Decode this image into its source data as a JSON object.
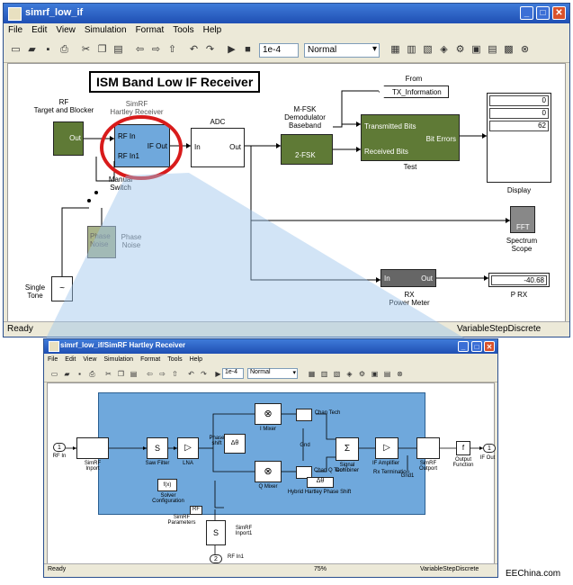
{
  "main": {
    "title": "simrf_low_if",
    "menu": [
      "File",
      "Edit",
      "View",
      "Simulation",
      "Format",
      "Tools",
      "Help"
    ],
    "sim_time": "1e-4",
    "sim_mode": "Normal",
    "banner": "ISM Band Low IF Receiver",
    "blocks": {
      "rf_src": {
        "label": "RF\nTarget and Blocker",
        "port": "Out"
      },
      "simrf": {
        "label": "SimRF\nHartley Receiver",
        "in1": "RF In",
        "in2": "RF In1",
        "out": "IF Out"
      },
      "adc": {
        "label": "ADC",
        "in": "In",
        "out": "Out"
      },
      "demod": {
        "label": "M-FSK\nDemodulator\nBaseband",
        "text": "2-FSK"
      },
      "from": {
        "label": "From",
        "tag": "TX_Information"
      },
      "test": {
        "label": "Test",
        "in1": "Transmitted Bits",
        "in2": "Received Bits",
        "out": "Bit Errors"
      },
      "display": {
        "label": "Display",
        "values": [
          "0",
          "0",
          "62"
        ]
      },
      "scope": {
        "label": "Spectrum\nScope",
        "text": "FFT"
      },
      "switch": {
        "label": "Manual\nSwitch"
      },
      "phase": {
        "label": "Phase\nNoise",
        "text": "Phase\nNoise"
      },
      "tone": {
        "label": "Single\nTone"
      },
      "rx": {
        "label": "RX\nPower Meter",
        "in": "In",
        "out": "Out"
      },
      "prx": {
        "label": "P RX",
        "value": "-40.68"
      }
    },
    "status_left": "Ready",
    "status_right": "VariableStepDiscrete"
  },
  "sub": {
    "title": "simrf_low_if/SimRF Hartley Receiver",
    "menu": [
      "File",
      "Edit",
      "View",
      "Simulation",
      "Format",
      "Tools",
      "Help"
    ],
    "sim_time": "1e-4",
    "sim_mode": "Normal",
    "blocks": {
      "inport": "1",
      "inport_label": "RF In",
      "inport1": "2",
      "inport1_label": "RF In1",
      "simrf_inport": "SimRF\nInport",
      "saw": "Saw Filter",
      "lna": "LNA",
      "mixer1": "I Mixer",
      "mixer2": "Q Mixer",
      "phase_shift": "Phase\nshift",
      "chan_i": "Chan Tech",
      "chan_q": "Chan Q Tech",
      "gnd": "Gnd",
      "hartley": "Hybrid Hartley Phase Shift",
      "combiner": "Signal\nCombiner",
      "if_amp": "IF Amplifier",
      "rx_term": "Rx Termination",
      "outport": "SimRF\nOutport",
      "out_fn": "Output\nFunction",
      "outport_num": "1",
      "outport_label": "IF Out",
      "config": "Solver\nConfiguration",
      "params": "SimRF\nParameters",
      "simrf_inport2": "SimRF\nInport1",
      "gnd2": "Gnd1"
    },
    "status_left": "Ready",
    "zoom": "75%",
    "status_right": "VariableStepDiscrete"
  },
  "watermark": "EEChina.com",
  "colors": {
    "title_bar": "#2456c0",
    "subsystem_fill": "#6fa8dc",
    "block_green": "#5f7a36",
    "highlight": "#d81b1b"
  }
}
